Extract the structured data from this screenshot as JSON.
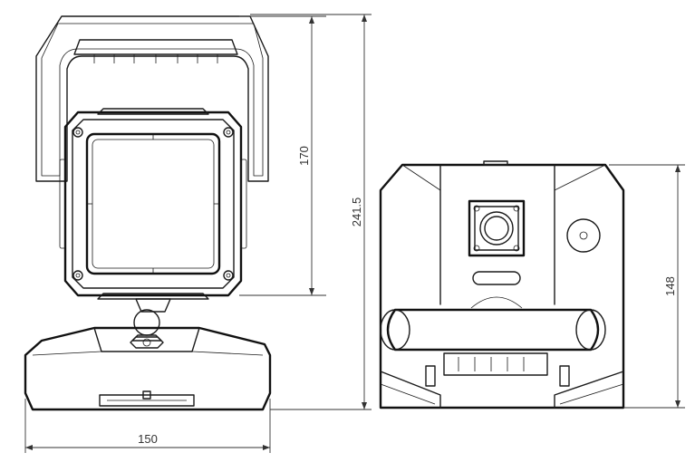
{
  "dimensions": {
    "light_head_height": "170",
    "total_height": "241.5",
    "base_width": "150",
    "side_height": "148"
  }
}
